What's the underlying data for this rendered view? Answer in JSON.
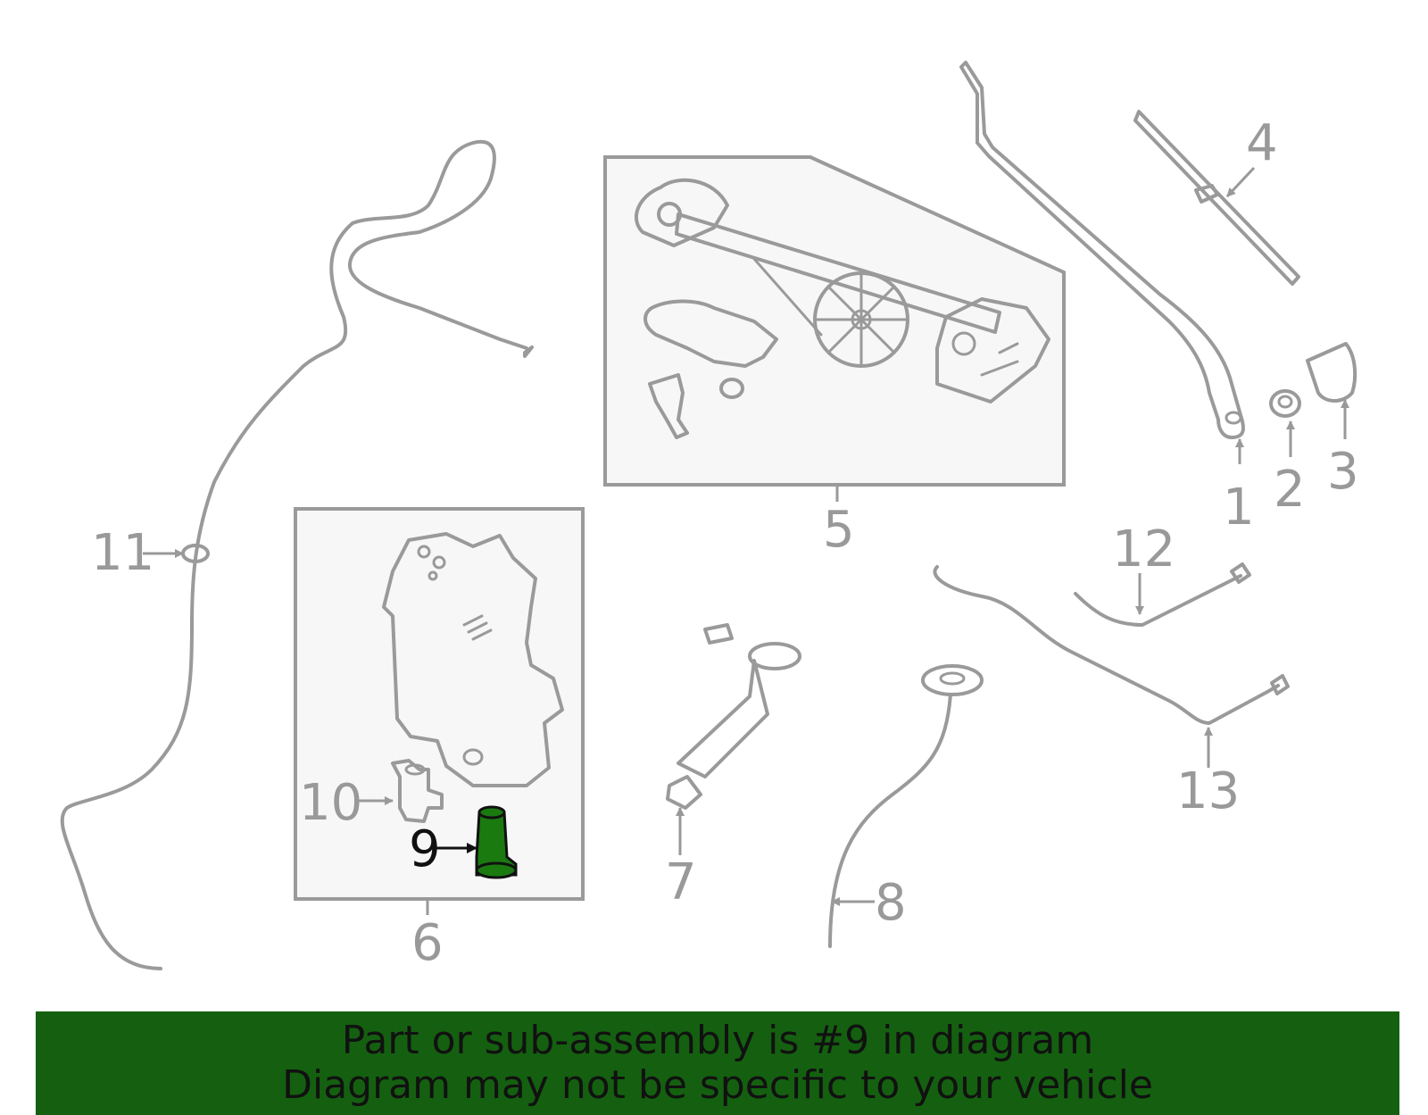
{
  "highlight_color": "#1a7a10",
  "banner_color": "#146010",
  "callouts": [
    {
      "id": "1",
      "label": "1"
    },
    {
      "id": "2",
      "label": "2"
    },
    {
      "id": "3",
      "label": "3"
    },
    {
      "id": "4",
      "label": "4"
    },
    {
      "id": "5",
      "label": "5"
    },
    {
      "id": "6",
      "label": "6"
    },
    {
      "id": "7",
      "label": "7"
    },
    {
      "id": "8",
      "label": "8"
    },
    {
      "id": "9",
      "label": "9",
      "highlighted": true
    },
    {
      "id": "10",
      "label": "10"
    },
    {
      "id": "11",
      "label": "11"
    },
    {
      "id": "12",
      "label": "12"
    },
    {
      "id": "13",
      "label": "13"
    }
  ],
  "banner": {
    "line1": "Part or sub-assembly is #9 in diagram",
    "line2": "Diagram may not be specific to your vehicle"
  }
}
